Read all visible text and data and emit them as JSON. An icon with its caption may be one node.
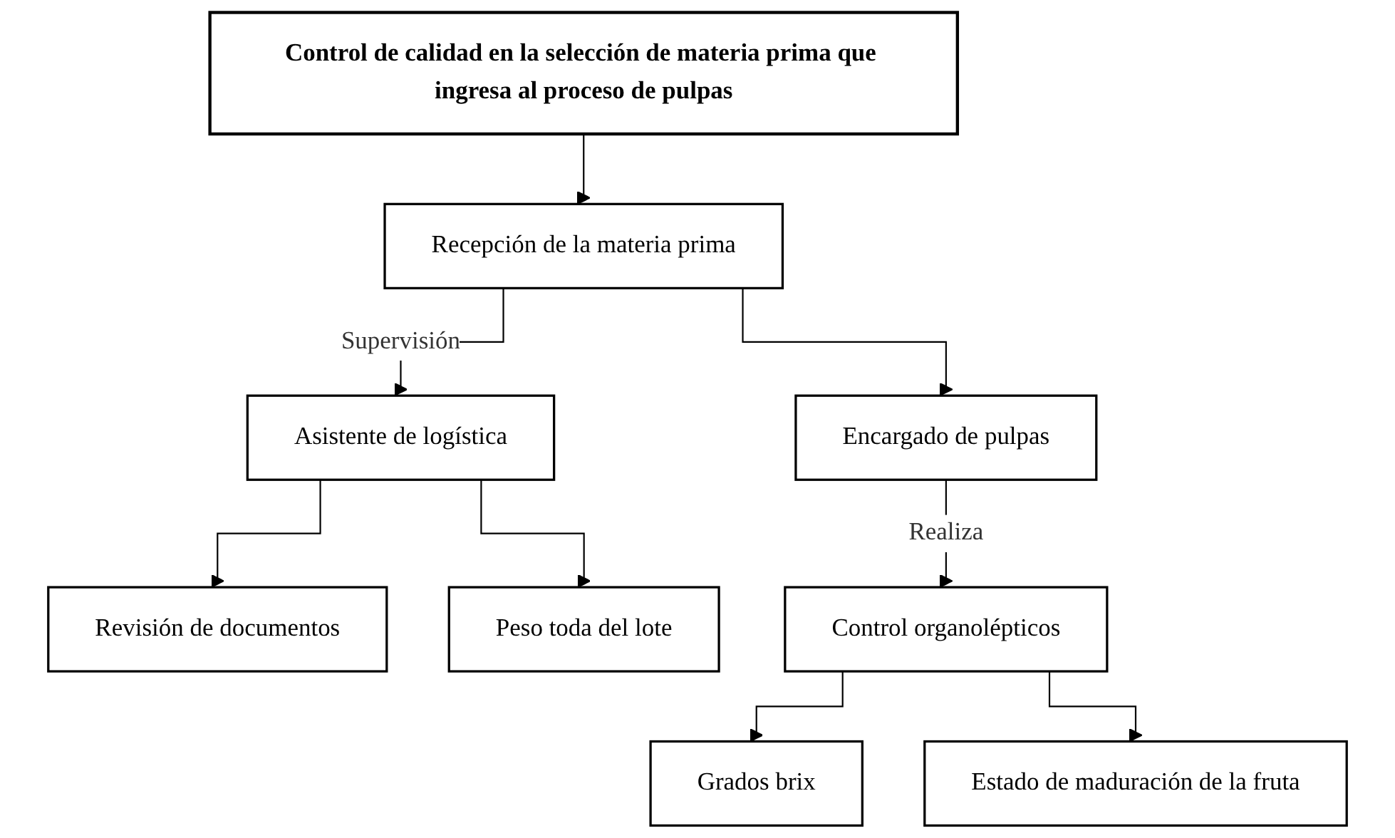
{
  "diagram": {
    "nodes": [
      {
        "text": [
          "Control de calidad en la selección de materia prima que ingresa al proceso de pulpas"
        ]
      },
      {
        "text": [
          "Recepción de la materia prima"
        ]
      },
      {
        "text": [
          "Asistente de logística"
        ]
      },
      {
        "text": [
          "Revisión de documentos"
        ]
      },
      {
        "text": [
          "Peso toda del lote"
        ]
      },
      {
        "text": [
          "Encargado de pulpas"
        ]
      },
      {
        "text": [
          "Control organolépticos"
        ]
      },
      {
        "text": [
          "Grados brix"
        ]
      },
      {
        "text": [
          "Estado de maduración de la fruta"
        ]
      }
    ],
    "edges": [
      {
        "from": 0,
        "to": 1,
        "arrow": "to"
      },
      {
        "from": 1,
        "to": 2,
        "arrow": "to",
        "label": "Supervisión"
      },
      {
        "from": 1,
        "to": 5,
        "arrow": "to"
      },
      {
        "from": 2,
        "to": 3,
        "arrow": "to"
      },
      {
        "from": 2,
        "to": 4,
        "arrow": "to"
      },
      {
        "from": 5,
        "to": 6,
        "arrow": "to",
        "label": "Realiza"
      },
      {
        "from": 6,
        "to": 7,
        "arrow": "to"
      },
      {
        "from": 6,
        "to": 8,
        "arrow": "to"
      }
    ]
  }
}
